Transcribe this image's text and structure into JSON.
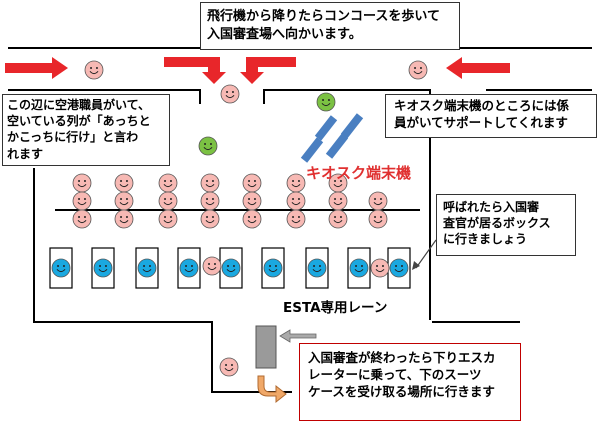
{
  "callouts": {
    "top": [
      "飛行機から降りたらコンコースを歩いて",
      "入国審査場へ向かいます。"
    ],
    "left": [
      "この辺に空港職員がいて、",
      "空いている列が「あっちと",
      "かこっちに行け」と言わ",
      "れます"
    ],
    "kiosk": [
      "キオスク端末機のところには係",
      "員がいてサポートしてくれます"
    ],
    "call": [
      "呼ばれたら入国審",
      "査官が居るボックス",
      "に行きましょう"
    ],
    "exit": [
      "入国審査が終わったら下りエスカ",
      "レーターに乗って、下のスーツ",
      "ケースを受け取る場所に行きます"
    ]
  },
  "labels": {
    "kiosk": "キオスク端末機",
    "esta": "ESTA専用レーン"
  },
  "colors": {
    "arrow_red": "#e8262a",
    "kiosk_blue": "#4a7fc1",
    "traveler_pink": "#f7b9b4",
    "officer_blue": "#1aa8e0",
    "staff_green": "#7bc143",
    "escalator_arrow": "#f0a868",
    "exit_box_border": "#c00000"
  },
  "icons": {
    "traveler": "smiley-traveler-icon",
    "officer": "smiley-officer-icon",
    "staff": "smiley-staff-icon",
    "kiosk": "kiosk-terminal-icon",
    "escalator": "escalator-icon",
    "arrow": "direction-arrow-icon"
  }
}
